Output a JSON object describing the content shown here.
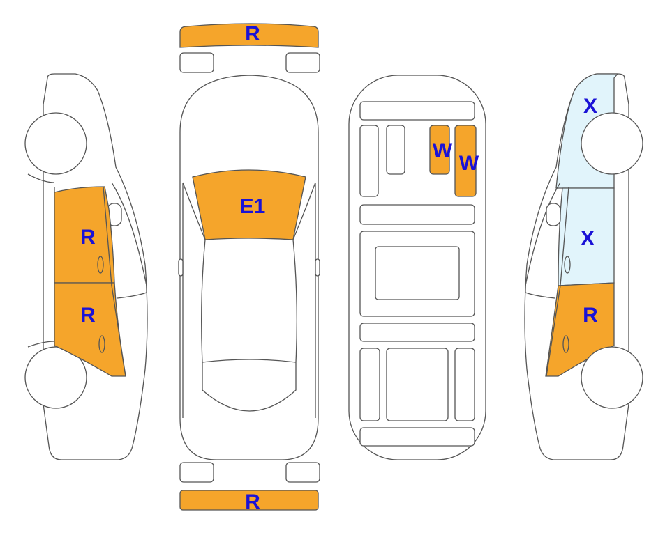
{
  "colors": {
    "R": "#f5a52b",
    "E1": "#f5a52b",
    "W": "#f5a52b",
    "X": "#e1f4fb",
    "none": "#ffffff",
    "label": "#1a12d6",
    "outline": "#555555"
  },
  "legend_codes": [
    "R",
    "E1",
    "W",
    "X"
  ],
  "panels": {
    "front_bumper": "R",
    "rear_bumper": "R",
    "hood": "E1",
    "left_front_door": "R",
    "left_rear_door": "R",
    "floor_panel_a": "W",
    "floor_panel_b": "W",
    "right_front_fender": "X",
    "right_front_door": "X",
    "right_rear_door": "R"
  },
  "labels": {
    "front_bumper": "R",
    "rear_bumper": "R",
    "hood": "E1",
    "left_front_door": "R",
    "left_rear_door": "R",
    "floor_panel_a": "W",
    "floor_panel_b": "W",
    "right_front_fender": "X",
    "right_front_door": "X",
    "right_rear_door": "R"
  }
}
